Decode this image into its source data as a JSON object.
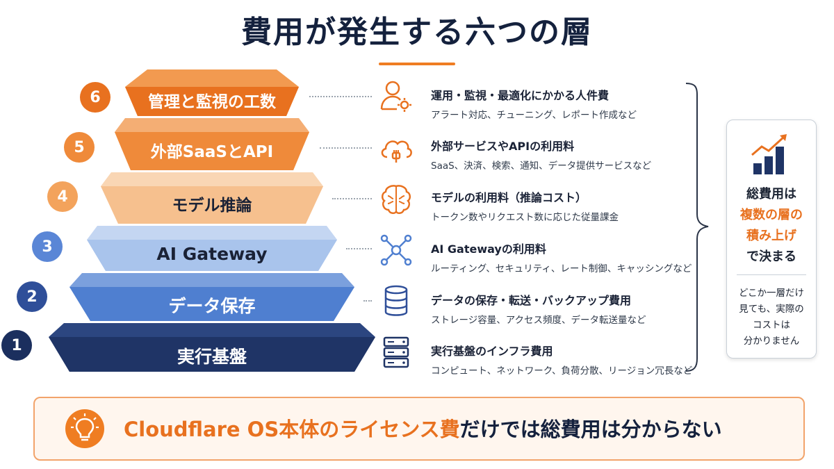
{
  "title": "費用が発生する六つの層",
  "layers": [
    {
      "num": "6",
      "label": "管理と監視の工数",
      "color": "#e8711f",
      "num_color": "#e8711f",
      "text_color": "#ffffff",
      "icon": "user-gear-icon",
      "title": "運用・監視・最適化にかかる人件費",
      "sub": "アラート対応、チューニング、レポート作成など"
    },
    {
      "num": "5",
      "label": "外部SaaSとAPI",
      "color": "#ef8a3a",
      "num_color": "#ef8a3a",
      "text_color": "#ffffff",
      "icon": "cloud-plug-icon",
      "title": "外部サービスやAPIの利用料",
      "sub": "SaaS、決済、検索、通知、データ提供サービスなど"
    },
    {
      "num": "4",
      "label": "モデル推論",
      "color": "#f6c08e",
      "num_color": "#f3a35c",
      "text_color": "#1a2236",
      "icon": "brain-icon",
      "title": "モデルの利用料（推論コスト）",
      "sub": "トークン数やリクエスト数に応じた従量課金"
    },
    {
      "num": "3",
      "label": "AI Gateway",
      "color": "#a9c4ec",
      "num_color": "#5a86d6",
      "text_color": "#1a2236",
      "icon": "network-hub-icon",
      "title": "AI Gatewayの利用料",
      "sub": "ルーティング、セキュリティ、レート制御、キャッシングなど"
    },
    {
      "num": "2",
      "label": "データ保存",
      "color": "#4f7fd0",
      "num_color": "#2f4f99",
      "text_color": "#ffffff",
      "icon": "database-icon",
      "title": "データの保存・転送・バックアップ費用",
      "sub": "ストレージ容量、アクセス頻度、データ転送量など"
    },
    {
      "num": "1",
      "label": "実行基盤",
      "color": "#1f3466",
      "num_color": "#1b2f5e",
      "text_color": "#ffffff",
      "icon": "server-icon",
      "title": "実行基盤のインフラ費用",
      "sub": "コンピュート、ネットワーク、負荷分散、リージョン冗長など"
    }
  ],
  "side_box": {
    "icon": "chart-growth-icon",
    "line1": "総費用は",
    "line2": "複数の層の",
    "line3": "積み上げ",
    "line4": "で決まる",
    "sub1": "どこか一層だけ",
    "sub2": "見ても、実際の",
    "sub3": "コストは",
    "sub4": "分かりません"
  },
  "banner": {
    "icon": "lightbulb-icon",
    "text_orange": "Cloudflare OS本体のライセンス費",
    "text_dark": "だけでは総費用は分からない"
  },
  "colors": {
    "accent": "#e8711f",
    "navy": "#14213d"
  }
}
